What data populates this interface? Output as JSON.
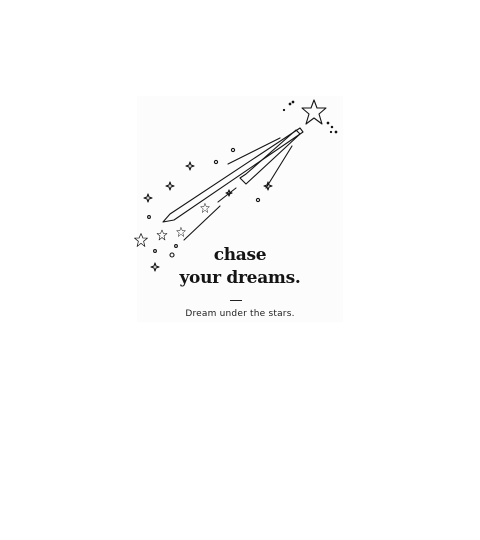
{
  "poster": {
    "headline_line1": "chase",
    "headline_line2": "your dreams.",
    "tagline": "Dream under the stars."
  },
  "colors": {
    "background": "#ffffff",
    "ink": "#141414"
  },
  "icons": [
    "shooting-star-icon",
    "sparkle-icon",
    "star-outline-icon",
    "dot-icon"
  ]
}
